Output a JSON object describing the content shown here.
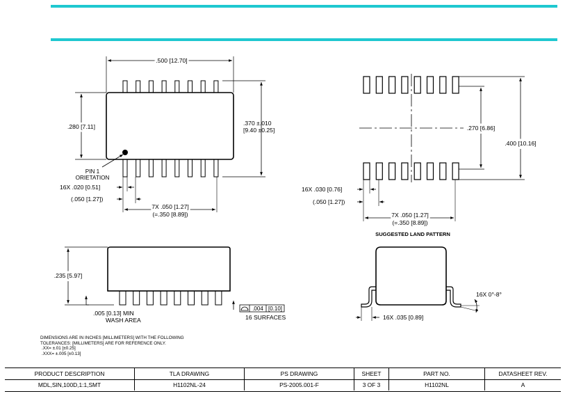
{
  "colors": {
    "accent": "#1fc8d0",
    "line": "#000000"
  },
  "top_view": {
    "dim_width": ".500 [12.70]",
    "dim_height": ".280 [7.11]",
    "dim_overall": [
      ".370 ±.010",
      "[9.40 ±0.25]"
    ],
    "pin1_label": [
      "PIN 1",
      "ORIETATION"
    ],
    "lead_width": "16X .020 [0.51]",
    "lead_pitch_ref": "(.050 [1.27])",
    "pitch_span": [
      "7X .050 [1.27]",
      "(=.350 [8.89])"
    ]
  },
  "land_pattern": {
    "dim_pad_center": ".270 [6.86]",
    "dim_overall": ".400 [10.16]",
    "pad_width": "16X .030 [0.76]",
    "pad_pitch_ref": "(.050 [1.27])",
    "pitch_span": [
      "7X .050 [1.27]",
      "(=.350 [8.89])"
    ],
    "caption": "SUGGESTED LAND PATTERN"
  },
  "side_view": {
    "dim_height": ".235 [5.97]",
    "wash_area": [
      ".005 [0.13] MIN",
      "WASH AREA"
    ],
    "coplanarity_value": ".004",
    "coplanarity_metric": "[0.10]",
    "surfaces": "16 SURFACES"
  },
  "end_view": {
    "lead_angle": "16X 0°-8°",
    "lead_length": "16X .035 [0.89]"
  },
  "notes": [
    "DIMENSIONS ARE IN INCHES [MILLIMETERS] WITH THE FOLLOWING",
    "TOLERANCES:  [MILLIMETERS] ARE FOR REFERENCE ONLY.",
    ".XX= ±.01   [±0.25]",
    ".XXX= ±.005 [±0.13]"
  ],
  "title_block": {
    "headers": [
      "PRODUCT DESCRIPTION",
      "TLA DRAWING",
      "PS DRAWING",
      "SHEET",
      "PART NO.",
      "DATASHEET REV."
    ],
    "values": [
      "MDL,SIN,100D,1:1,SMT",
      "H1102NL-24",
      "PS-2005.001-F",
      "3 OF 3",
      "H1102NL",
      "A"
    ]
  }
}
